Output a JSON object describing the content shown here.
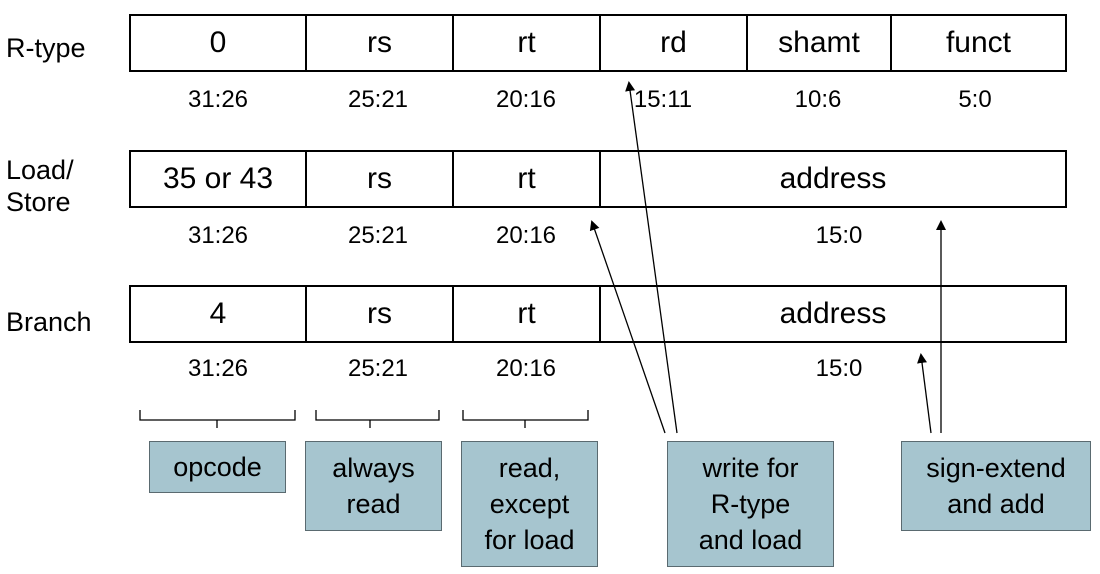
{
  "rows": [
    {
      "label": "R-type",
      "fields": [
        "0",
        "rs",
        "rt",
        "rd",
        "shamt",
        "funct"
      ],
      "bits": [
        "31:26",
        "25:21",
        "20:16",
        "15:11",
        "10:6",
        "5:0"
      ]
    },
    {
      "label": "Load/\nStore",
      "fields": [
        "35 or 43",
        "rs",
        "rt",
        "address"
      ],
      "bits": [
        "31:26",
        "25:21",
        "20:16",
        "15:0"
      ]
    },
    {
      "label": "Branch",
      "fields": [
        "4",
        "rs",
        "rt",
        "address"
      ],
      "bits": [
        "31:26",
        "25:21",
        "20:16",
        "15:0"
      ]
    }
  ],
  "notes": [
    "opcode",
    "always\nread",
    "read,\nexcept\nfor load",
    "write for\nR-type\nand load",
    "sign-extend\nand add"
  ]
}
